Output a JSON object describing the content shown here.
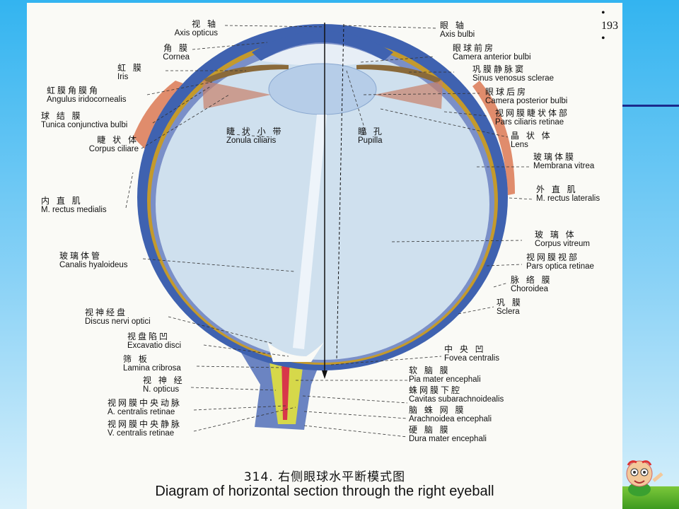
{
  "page_number": "• 193 •",
  "caption": {
    "zh": "314. 右侧眼球水平断模式图",
    "en": "Diagram of horizontal section through the right eyeball"
  },
  "labels_left": [
    {
      "id": "axis-opticus",
      "zh": "视     轴",
      "en": "Axis opticus"
    },
    {
      "id": "cornea",
      "zh": "角     膜",
      "en": "Cornea"
    },
    {
      "id": "iris",
      "zh": "虹     膜",
      "en": "Iris"
    },
    {
      "id": "angulus",
      "zh": "虹膜角膜角",
      "en": "Angulus iridocornealis"
    },
    {
      "id": "tunica",
      "zh": "球  结  膜",
      "en": "Tunica conjunctiva bulbi"
    },
    {
      "id": "corpus-ciliare",
      "zh": "睫  状  体",
      "en": "Corpus ciliare"
    },
    {
      "id": "rectus-medialis",
      "zh": "内  直  肌",
      "en": "M. rectus medialis"
    },
    {
      "id": "canalis",
      "zh": "玻璃体管",
      "en": "Canalis hyaloideus"
    },
    {
      "id": "discus",
      "zh": "视神经盘",
      "en": "Discus nervi optici"
    },
    {
      "id": "excavatio",
      "zh": "视盘陷凹",
      "en": "Excavatio disci"
    },
    {
      "id": "lamina",
      "zh": "筛     板",
      "en": "Lamina cribrosa"
    },
    {
      "id": "n-opticus",
      "zh": "视  神  经",
      "en": "N. opticus"
    },
    {
      "id": "a-centralis",
      "zh": "视网膜中央动脉",
      "en": "A. centralis retinae"
    },
    {
      "id": "v-centralis",
      "zh": "视网膜中央静脉",
      "en": "V. centralis retinae"
    }
  ],
  "labels_center": [
    {
      "id": "zonula",
      "zh": "睫 状 小 带",
      "en": "Zonula ciliaris"
    },
    {
      "id": "pupilla",
      "zh": "瞳     孔",
      "en": "Pupilla"
    }
  ],
  "labels_right": [
    {
      "id": "axis-bulbi",
      "zh": "眼     轴",
      "en": "Axis bulbi"
    },
    {
      "id": "camera-anterior",
      "zh": "眼球前房",
      "en": "Camera anterior bulbi"
    },
    {
      "id": "sinus",
      "zh": "巩膜静脉窦",
      "en": "Sinus venosus sclerae"
    },
    {
      "id": "camera-posterior",
      "zh": "眼球后房",
      "en": "Camera posterior bulbi"
    },
    {
      "id": "pars-ciliaris",
      "zh": "视网膜睫状体部",
      "en": "Pars ciliaris retinae"
    },
    {
      "id": "lens",
      "zh": "晶  状  体",
      "en": "Lens"
    },
    {
      "id": "membrana",
      "zh": "玻璃体膜",
      "en": "Membrana vitrea"
    },
    {
      "id": "rectus-lateralis",
      "zh": "外  直  肌",
      "en": "M. rectus lateralis"
    },
    {
      "id": "corpus-vitreum",
      "zh": "玻  璃  体",
      "en": "Corpus vitreum"
    },
    {
      "id": "pars-optica",
      "zh": "视网膜视部",
      "en": "Pars optica retinae"
    },
    {
      "id": "choroidea",
      "zh": "脉  络  膜",
      "en": "Choroidea"
    },
    {
      "id": "sclera",
      "zh": "巩     膜",
      "en": "Sclera"
    },
    {
      "id": "fovea",
      "zh": "中  央  凹",
      "en": "Fovea centralis"
    },
    {
      "id": "pia",
      "zh": "软  脑  膜",
      "en": "Pia mater encephali"
    },
    {
      "id": "cavitas",
      "zh": "蛛网膜下腔",
      "en": "Cavitas subarachnoidealis"
    },
    {
      "id": "arachnoidea",
      "zh": "脑  蛛  网  膜",
      "en": "Arachnoidea encephali"
    },
    {
      "id": "dura",
      "zh": "硬  脑  膜",
      "en": "Dura mater encephali"
    }
  ],
  "colors": {
    "sclera": "#3f62b0",
    "vitreous": "#cfe0ee",
    "choroid": "#c49a2c",
    "muscle": "#d9704a",
    "nerve": "#d6d84a"
  }
}
